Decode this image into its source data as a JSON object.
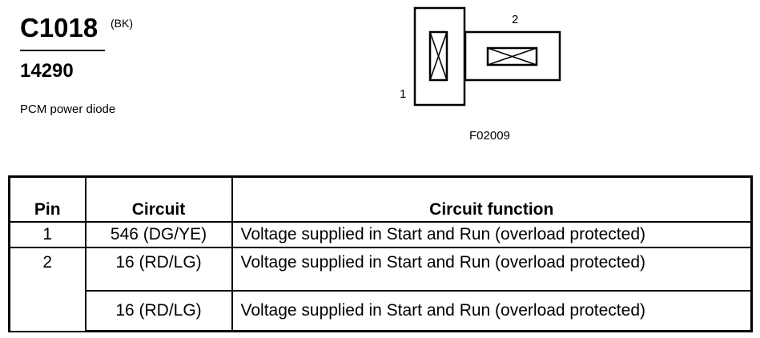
{
  "connector": {
    "id": "C1018",
    "color_code": "(BK)",
    "part_number": "14290",
    "description": "PCM power diode",
    "pin_labels": [
      "1",
      "2"
    ],
    "figure_code": "F02009"
  },
  "table": {
    "headers": {
      "pin": "Pin",
      "circuit": "Circuit",
      "function": "Circuit function"
    },
    "rows": [
      {
        "pin": "1",
        "circuit": "546 (DG/YE)",
        "function": "Voltage supplied in Start and Run (overload protected)"
      },
      {
        "pin": "2",
        "circuit": "16 (RD/LG)",
        "function": "Voltage supplied in Start and Run (overload protected)"
      },
      {
        "pin": "",
        "circuit": "16 (RD/LG)",
        "function": "Voltage supplied in Start and Run (overload protected)"
      }
    ]
  }
}
